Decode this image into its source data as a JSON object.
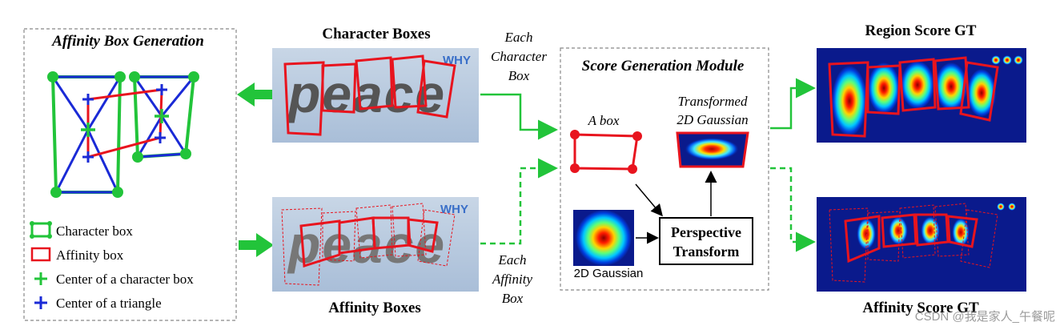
{
  "affinity_panel": {
    "title": "Affinity Box Generation",
    "legend": [
      {
        "label": "Character box",
        "icon": "green-box-icon"
      },
      {
        "label": "Affinity box",
        "icon": "red-box-icon"
      },
      {
        "label": "Center of a character box",
        "icon": "green-plus-icon"
      },
      {
        "label": "Center of a triangle",
        "icon": "blue-plus-icon"
      }
    ]
  },
  "character_boxes": {
    "title": "Character Boxes",
    "word": "peace",
    "logo": "WHY"
  },
  "affinity_boxes": {
    "title": "Affinity Boxes",
    "word": "peace",
    "logo": "WHY"
  },
  "arrow_labels": {
    "each_character_box": [
      "Each",
      "Character",
      "Box"
    ],
    "each_affinity_box": [
      "Each",
      "Affinity",
      "Box"
    ]
  },
  "score_module": {
    "title": "Score Generation Module",
    "a_box": "A box",
    "transformed": [
      "Transformed",
      "2D Gaussian"
    ],
    "gaussian_label": "2D Gaussian",
    "perspective": [
      "Perspective",
      "Transform"
    ]
  },
  "region_score": {
    "title": "Region Score GT"
  },
  "affinity_score": {
    "title": "Affinity Score GT"
  },
  "watermark": "CSDN @我是家人_午餐呢",
  "colors": {
    "green": "#22c43a",
    "red": "#e8141e",
    "blue": "#1a2ad6",
    "heat_bg": "#0a1a8c"
  }
}
